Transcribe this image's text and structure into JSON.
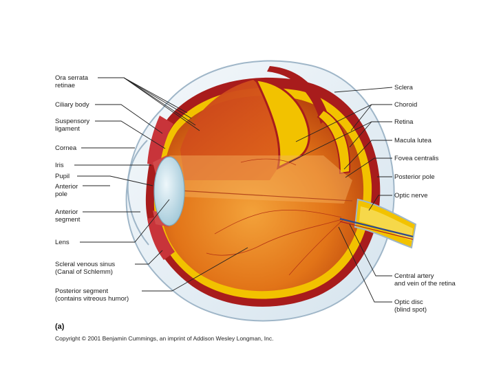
{
  "labels_left": [
    {
      "id": "ora-serrata-retinae",
      "lines": [
        "Ora serrata",
        "retinae"
      ]
    },
    {
      "id": "ciliary-body",
      "lines": [
        "Ciliary body"
      ]
    },
    {
      "id": "suspensory-ligament",
      "lines": [
        "Suspensory",
        "ligament"
      ]
    },
    {
      "id": "cornea",
      "lines": [
        "Cornea"
      ]
    },
    {
      "id": "iris",
      "lines": [
        "Iris"
      ]
    },
    {
      "id": "pupil",
      "lines": [
        "Pupil"
      ]
    },
    {
      "id": "anterior-pole",
      "lines": [
        "Anterior",
        "pole"
      ]
    },
    {
      "id": "anterior-segment",
      "lines": [
        "Anterior",
        "segment"
      ]
    },
    {
      "id": "lens",
      "lines": [
        "Lens"
      ]
    },
    {
      "id": "scleral-venous-sinus",
      "lines": [
        "Scleral venous sinus",
        "(Canal of Schlemm)"
      ]
    },
    {
      "id": "posterior-segment",
      "lines": [
        "Posterior segment",
        "(contains vitreous humor)"
      ]
    }
  ],
  "labels_right": [
    {
      "id": "sclera",
      "lines": [
        "Sclera"
      ]
    },
    {
      "id": "choroid",
      "lines": [
        "Choroid"
      ]
    },
    {
      "id": "retina",
      "lines": [
        "Retina"
      ]
    },
    {
      "id": "macula-lutea",
      "lines": [
        "Macula lutea"
      ]
    },
    {
      "id": "fovea-centralis",
      "lines": [
        "Fovea centralis"
      ]
    },
    {
      "id": "posterior-pole",
      "lines": [
        "Posterior pole"
      ]
    },
    {
      "id": "optic-nerve",
      "lines": [
        "Optic nerve"
      ]
    },
    {
      "id": "central-artery-vein",
      "lines": [
        "Central artery",
        "and vein of the retina"
      ]
    },
    {
      "id": "optic-disc",
      "lines": [
        "Optic disc",
        "(blind spot)"
      ]
    }
  ],
  "panel_label": "(a)",
  "copyright": "Copyright © 2001 Benjamin Cummings, an imprint of Addison Wesley Longman, Inc.",
  "colors": {
    "sclera_outline": "#9fb6c8",
    "sclera_fill": "#e3edf4",
    "choroid": "#b01e1e",
    "retina": "#f2c200",
    "vitreous": "#e07a1a",
    "lens": "#bcd9e6",
    "leader_line": "#222222"
  }
}
